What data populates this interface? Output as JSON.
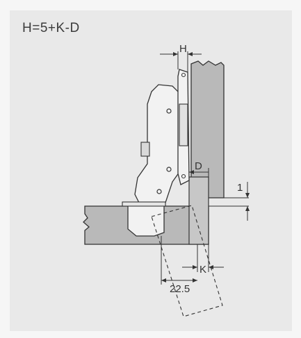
{
  "formula": "H=5+K-D",
  "labels": {
    "h": "H",
    "d": "D",
    "one": "1",
    "k": "K",
    "dim": "22.5"
  },
  "colors": {
    "background": "#e9e9e9",
    "panel": "#b9b9b9",
    "line": "#333333"
  }
}
